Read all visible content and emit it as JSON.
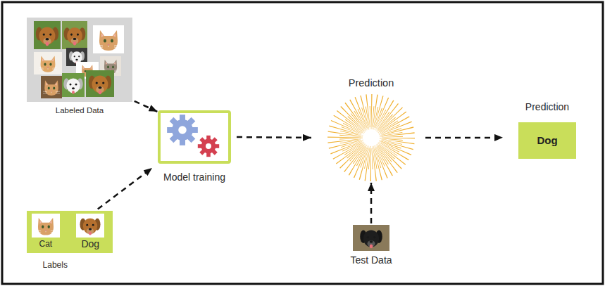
{
  "diagram": {
    "nodes": [
      {
        "text": [
          "Labeled Data"
        ]
      },
      {
        "text": [
          "Model training"
        ]
      },
      {
        "text": [
          "Cat",
          "Dog",
          "Labels"
        ]
      },
      {
        "text": [
          "Prediction"
        ]
      },
      {
        "text": [
          "Test Data"
        ]
      },
      {
        "text": [
          "Prediction",
          "Dog"
        ]
      }
    ],
    "edges": [
      {
        "from": 0,
        "to": 1,
        "arrow": "to"
      },
      {
        "from": 2,
        "to": 1,
        "arrow": "to"
      },
      {
        "from": 1,
        "to": 3,
        "arrow": "to"
      },
      {
        "from": 4,
        "to": 3,
        "arrow": "to"
      },
      {
        "from": 3,
        "to": 5,
        "arrow": "to"
      }
    ]
  }
}
